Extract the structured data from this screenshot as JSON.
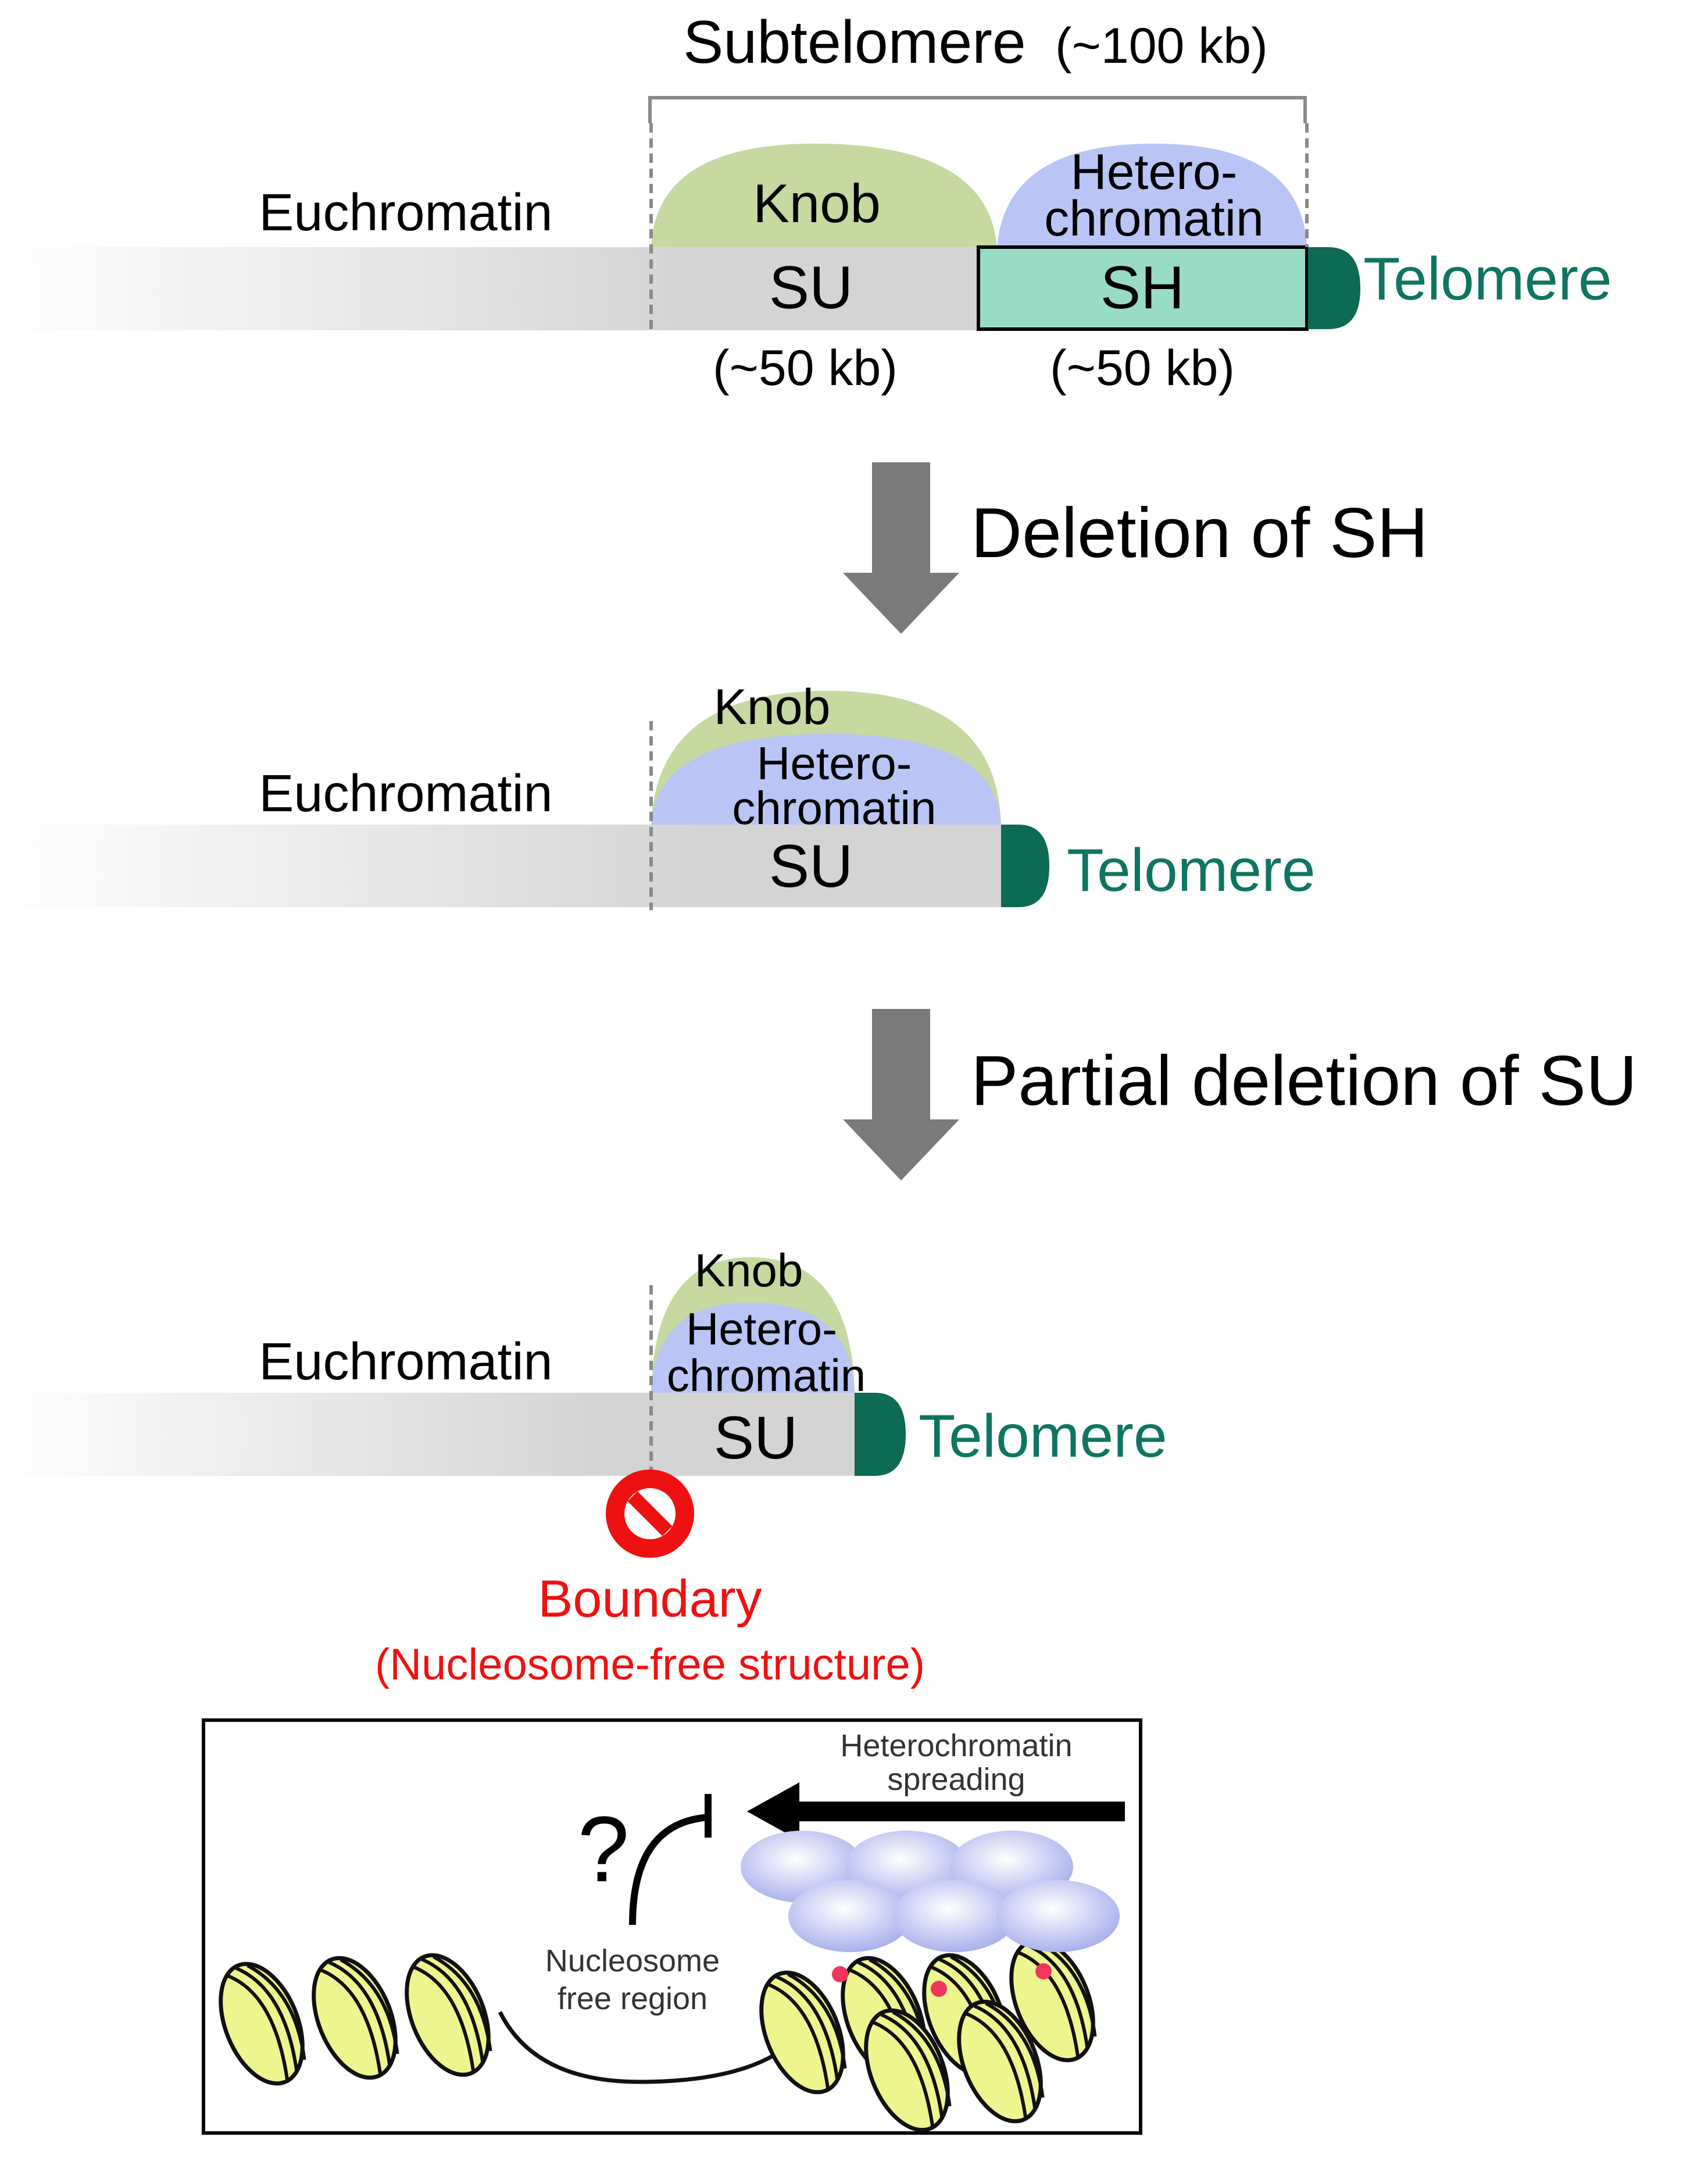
{
  "colors": {
    "knob": "#c5d9a1",
    "heterochromatin": "#b9c6f5",
    "chromosome": "#d4d4d4",
    "sh_box": "#98dcc6",
    "telomere": "#0d6a55",
    "telomere_text": "#0e7562",
    "arrow": "#7a7a7a",
    "boundary": "#ee1111",
    "nucleosome": "#eef58e",
    "hp1": "#cfd4f4"
  },
  "panel1": {
    "subtelomere_label": "Subtelomere",
    "subtelomere_size": "(~100 kb)",
    "euchromatin": "Euchromatin",
    "knob": "Knob",
    "hetero_line1": "Hetero-",
    "hetero_line2": "chromatin",
    "su": "SU",
    "sh": "SH",
    "su_size": "(~50 kb)",
    "sh_size": "(~50 kb)",
    "telomere": "Telomere"
  },
  "step1": {
    "label": "Deletion of SH"
  },
  "panel2": {
    "euchromatin": "Euchromatin",
    "knob": "Knob",
    "hetero_line1": "Hetero-",
    "hetero_line2": "chromatin",
    "su": "SU",
    "telomere": "Telomere"
  },
  "step2": {
    "label": "Partial deletion of SU"
  },
  "panel3": {
    "euchromatin": "Euchromatin",
    "knob": "Knob",
    "hetero_line1": "Hetero-",
    "hetero_line2": "chromatin",
    "su": "SU",
    "telomere": "Telomere",
    "boundary": "Boundary",
    "boundary_sub": "(Nucleosome-free structure)"
  },
  "inset": {
    "spreading_line1": "Heterochromatin",
    "spreading_line2": "spreading",
    "question": "?",
    "nfr_line1": "Nucleosome",
    "nfr_line2": "free region"
  }
}
